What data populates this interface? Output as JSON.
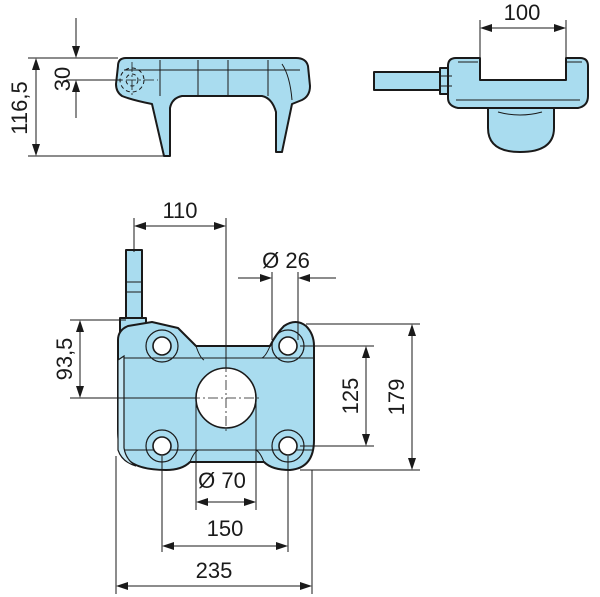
{
  "dimensions": {
    "side_height_total": "116,5",
    "side_height_upper": "30",
    "top_width": "100",
    "pin_offset": "110",
    "bolt_hole_diameter": "Ø 26",
    "pin_height": "93,5",
    "bolt_spacing_vertical": "125",
    "overall_height": "179",
    "center_bore_diameter": "Ø 70",
    "bolt_spacing_horizontal": "150",
    "overall_width": "235"
  },
  "colors": {
    "part_fill": "#a9dcef",
    "outline": "#1a1a1a",
    "background": "#ffffff"
  }
}
